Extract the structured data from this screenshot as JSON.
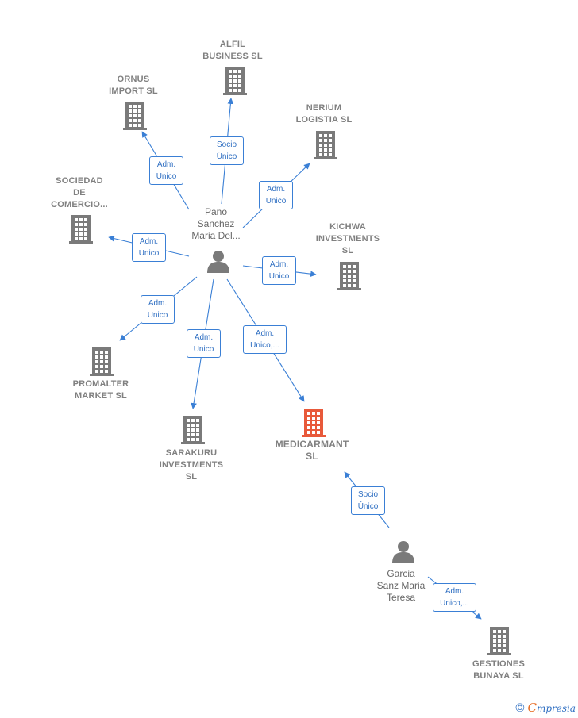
{
  "colors": {
    "edge": "#3a7fd5",
    "building": "#7a7a7a",
    "building_main": "#e8593a",
    "person": "#7a7a7a"
  },
  "companies": [
    {
      "id": "alfil",
      "label": "ALFIL\nBUSINESS SL",
      "main": false
    },
    {
      "id": "ornus",
      "label": "ORNUS\nIMPORT  SL",
      "main": false
    },
    {
      "id": "nerium",
      "label": "NERIUM\nLOGISTIA  SL",
      "main": false
    },
    {
      "id": "sociedad",
      "label": "SOCIEDAD\nDE\nCOMERCIO...",
      "main": false
    },
    {
      "id": "kichwa",
      "label": "KICHWA\nINVESTMENTS\nSL",
      "main": false
    },
    {
      "id": "promalter",
      "label": "PROMALTER\nMARKET  SL",
      "main": false
    },
    {
      "id": "sarakuru",
      "label": "SARAKURU\nINVESTMENTS\nSL",
      "main": false
    },
    {
      "id": "medicarmant",
      "label": "MEDICARMANT\nSL",
      "main": true
    },
    {
      "id": "gestiones",
      "label": "GESTIONES\nBUNAYA  SL",
      "main": false
    }
  ],
  "persons": [
    {
      "id": "pano",
      "label": "Pano\nSanchez\nMaria Del..."
    },
    {
      "id": "garcia",
      "label": "Garcia\nSanz Maria\nTeresa"
    }
  ],
  "edges": [
    {
      "id": "e-alfil",
      "label": "Socio\nÚnico"
    },
    {
      "id": "e-ornus",
      "label": "Adm.\nUnico"
    },
    {
      "id": "e-nerium",
      "label": "Adm.\nUnico"
    },
    {
      "id": "e-sociedad",
      "label": "Adm.\nUnico"
    },
    {
      "id": "e-kichwa",
      "label": "Adm.\nUnico"
    },
    {
      "id": "e-promalter",
      "label": "Adm.\nUnico"
    },
    {
      "id": "e-sarakuru",
      "label": "Adm.\nUnico"
    },
    {
      "id": "e-medicarmant",
      "label": "Adm.\nUnico,..."
    },
    {
      "id": "e-garcia-medicarmant",
      "label": "Socio\nÚnico"
    },
    {
      "id": "e-gestiones",
      "label": "Adm.\nUnico,..."
    }
  ],
  "footer": {
    "copyright": "©",
    "brand_first": "C",
    "brand_rest": "mpresia"
  }
}
